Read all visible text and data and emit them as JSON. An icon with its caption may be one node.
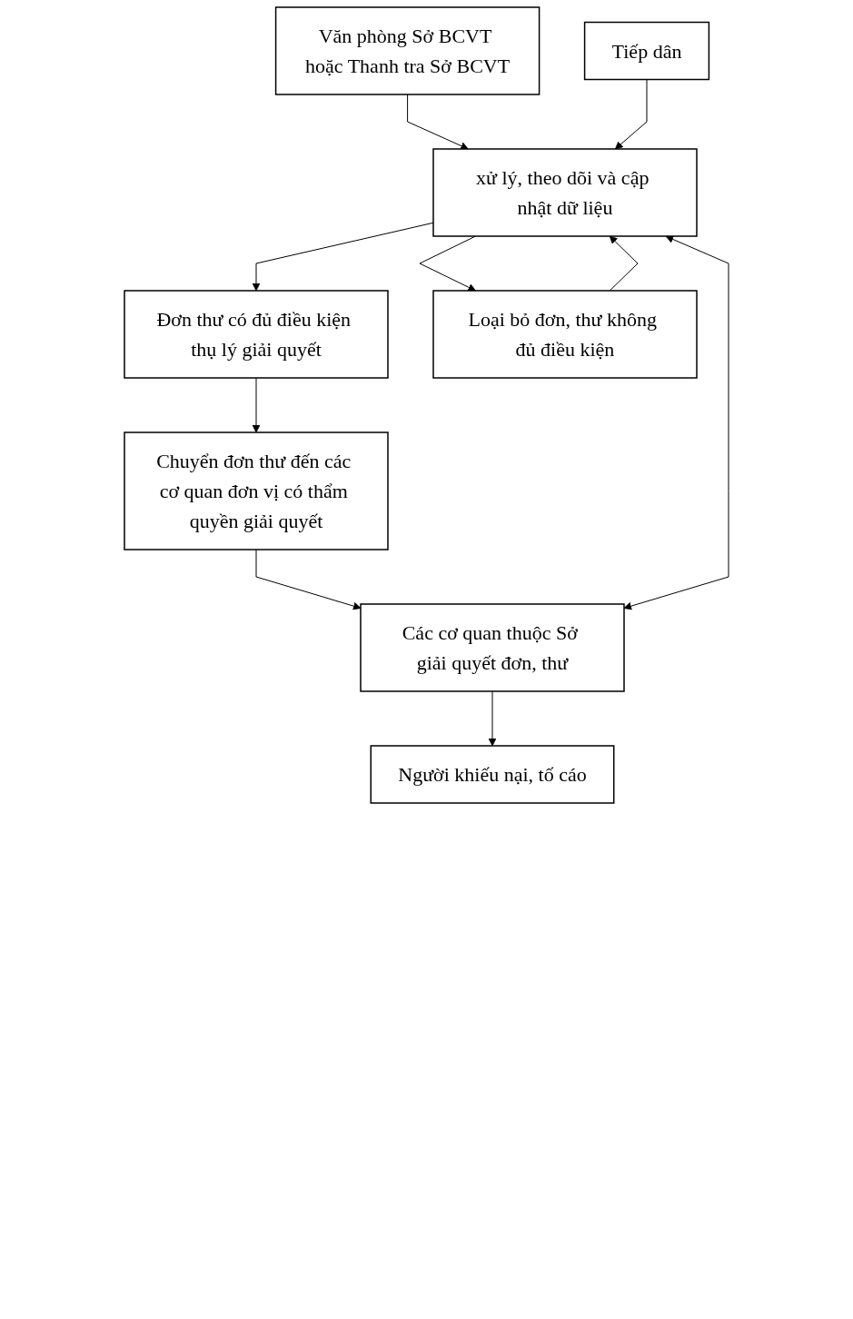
{
  "diagram": {
    "nodes": [
      {
        "text": [
          "Văn phòng Sở BCVT hoặc Thanh tra Sở BCVT"
        ]
      },
      {
        "text": [
          "Tiếp dân"
        ]
      },
      {
        "text": [
          "xử lý, theo dõi và cập nhật dữ liệu"
        ]
      },
      {
        "text": [
          "Đơn thư có đủ điều kiện thụ lý giải quyết"
        ]
      },
      {
        "text": [
          "Loại bỏ đơn, thư không đủ điều kiện"
        ]
      },
      {
        "text": [
          "Chuyển đơn thư đến các cơ quan đơn vị có thẩm quyền giải quyết"
        ]
      },
      {
        "text": [
          "Các cơ quan thuộc Sở giải quyết đơn, thư"
        ]
      },
      {
        "text": [
          "Người khiếu nại, tố cáo"
        ]
      }
    ],
    "edges": [
      {
        "from": 0,
        "to": 2,
        "arrow": "to"
      },
      {
        "from": 1,
        "to": 2,
        "arrow": "to"
      },
      {
        "from": 2,
        "to": 3,
        "arrow": "to"
      },
      {
        "from": 2,
        "to": 4,
        "arrow": "to"
      },
      {
        "from": 4,
        "to": 2,
        "arrow": "to"
      },
      {
        "from": 3,
        "to": 5,
        "arrow": "to"
      },
      {
        "from": 5,
        "to": 6,
        "arrow": "to"
      },
      {
        "from": 2,
        "to": 6,
        "arrow": "both"
      },
      {
        "from": 6,
        "to": 7,
        "arrow": "to"
      }
    ]
  }
}
